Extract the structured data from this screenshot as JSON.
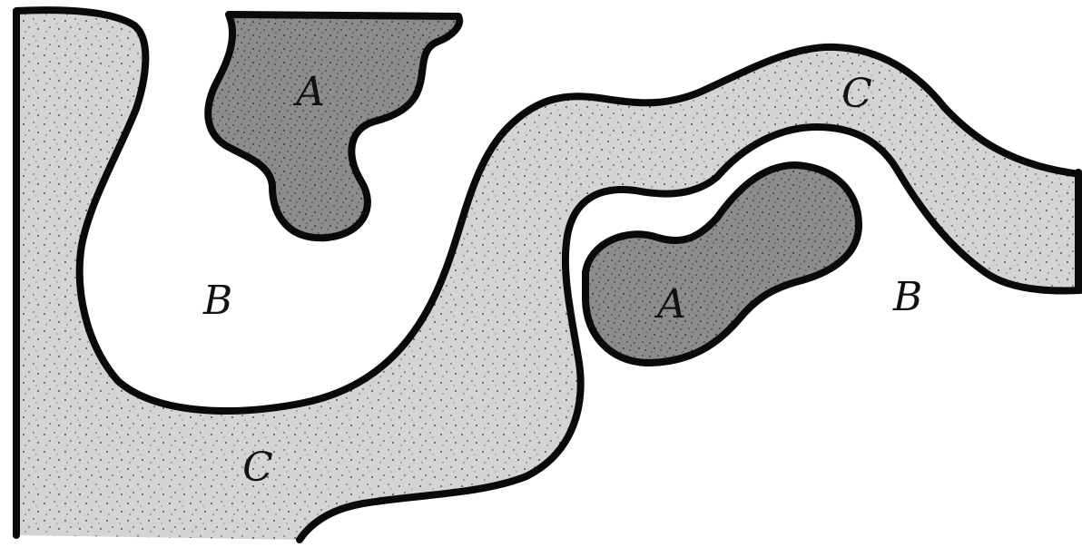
{
  "diagram": {
    "labels": {
      "a_upper": "A",
      "a_lower": "A",
      "b_left": "B",
      "b_right": "B",
      "c_lower": "C",
      "c_upper": "C"
    },
    "colors": {
      "region_a_fill": "#8c8c8c",
      "region_c_fill": "#d4d4d4",
      "region_b_fill": "#ffffff",
      "outline": "#0a0a0a",
      "stipple": "#2b2b2b"
    }
  }
}
